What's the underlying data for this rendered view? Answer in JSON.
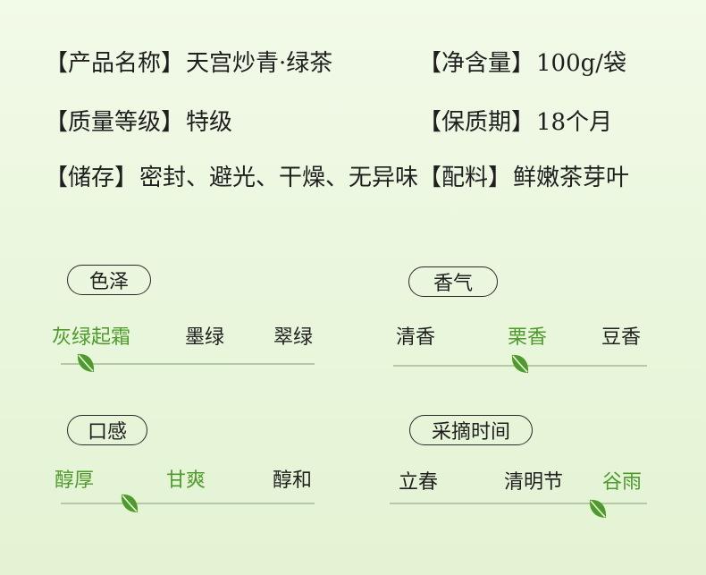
{
  "info": {
    "name_key": "【产品名称】",
    "name_val": "天宫炒青·绿茶",
    "net_key": "【净含量】",
    "net_val": "100g/袋",
    "grade_key": "【质量等级】",
    "grade_val": "特级",
    "shelf_key": "【保质期】",
    "shelf_val": "18个月",
    "storage_key": "【储存】",
    "storage_val": "密封、避光、干燥、无异味",
    "ingredient_key": "【配料】",
    "ingredient_val": "鲜嫩茶芽叶"
  },
  "attributes": [
    {
      "label": "色泽",
      "options": [
        "灰绿起霜",
        "墨绿",
        "翠绿"
      ],
      "selected": 0,
      "level": 0.1
    },
    {
      "label": "香气",
      "options": [
        "清香",
        "栗香",
        "豆香"
      ],
      "selected": 1,
      "level": 0.5
    },
    {
      "label": "口感",
      "options": [
        "醇厚",
        "甘爽",
        "醇和"
      ],
      "selected": [
        0,
        1
      ],
      "level": 0.27
    },
    {
      "label": "采摘时间",
      "options": [
        "立春",
        "清明节",
        "谷雨"
      ],
      "selected": 2,
      "level": 0.81
    }
  ],
  "colors": {
    "accent": "#4f9a2d",
    "text": "#1f1f1f",
    "track": "#b7c8a8"
  },
  "icons": {
    "marker": "tea-leaf-icon"
  }
}
